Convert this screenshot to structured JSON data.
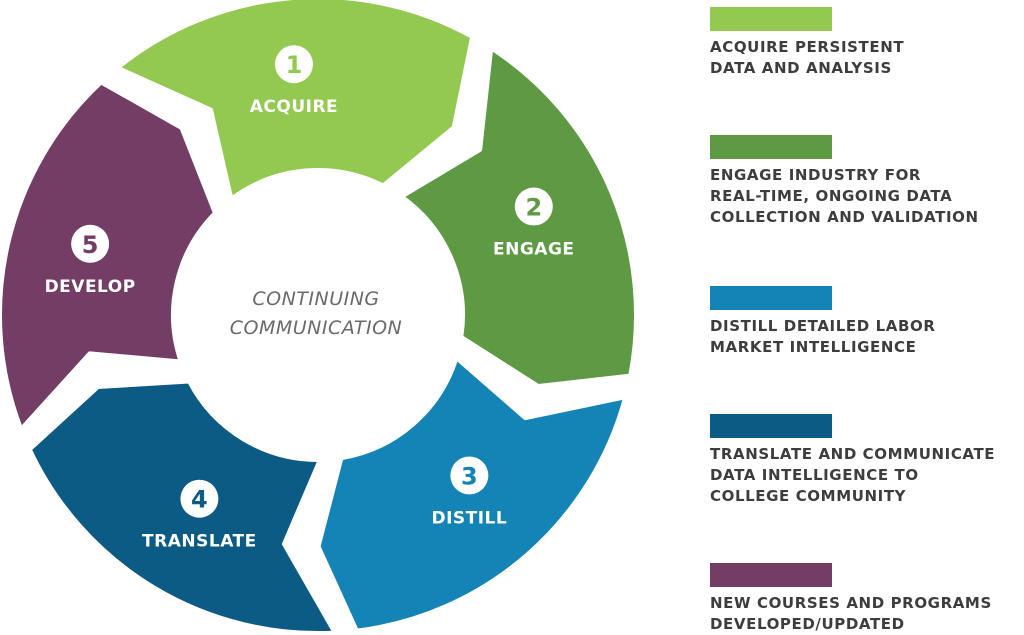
{
  "center": {
    "line1": "CONTINUING",
    "line2": "COMMUNICATION"
  },
  "segments": [
    {
      "number": "1",
      "label": "ACQUIRE",
      "color": "#93c950"
    },
    {
      "number": "2",
      "label": "ENGAGE",
      "color": "#5e9a43"
    },
    {
      "number": "3",
      "label": "DISTILL",
      "color": "#1483b5"
    },
    {
      "number": "4",
      "label": "TRANSLATE",
      "color": "#0b5b85"
    },
    {
      "number": "5",
      "label": "DEVELOP",
      "color": "#743d66"
    }
  ],
  "legend": [
    {
      "color": "#93c950",
      "lines": [
        "ACQUIRE PERSISTENT",
        "DATA AND ANALYSIS"
      ]
    },
    {
      "color": "#5e9a43",
      "lines": [
        "ENGAGE INDUSTRY FOR",
        "REAL-TIME, ONGOING DATA",
        "COLLECTION AND VALIDATION"
      ]
    },
    {
      "color": "#1483b5",
      "lines": [
        "DISTILL DETAILED LABOR",
        "MARKET INTELLIGENCE"
      ]
    },
    {
      "color": "#0b5b85",
      "lines": [
        "TRANSLATE AND COMMUNICATE",
        "DATA INTELLIGENCE TO",
        "COLLEGE COMMUNITY"
      ]
    },
    {
      "color": "#743d66",
      "lines": [
        "NEW COURSES AND PROGRAMS",
        "DEVELOPED/UPDATED"
      ]
    }
  ]
}
